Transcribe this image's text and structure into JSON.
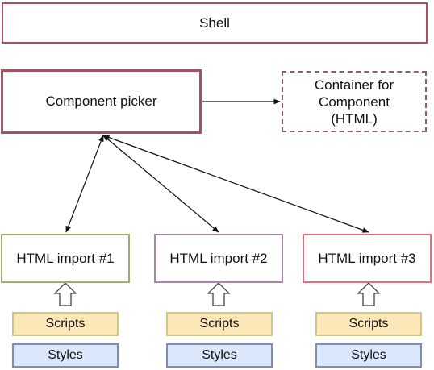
{
  "shell": {
    "label": "Shell"
  },
  "picker": {
    "label": "Component picker"
  },
  "container": {
    "label": "Container for\nComponent\n(HTML)"
  },
  "imports": [
    {
      "label": "HTML import #1"
    },
    {
      "label": "HTML import #2"
    },
    {
      "label": "HTML import #3"
    }
  ],
  "scripts_label": "Scripts",
  "styles_label": "Styles",
  "colors": {
    "shell_border": "#a8505e",
    "import1_border": "#97b06e",
    "import2_border": "#a48aa8",
    "import3_border": "#e0707a",
    "scripts_fill": "#fbe7b8",
    "styles_fill": "#dbe8fb"
  }
}
